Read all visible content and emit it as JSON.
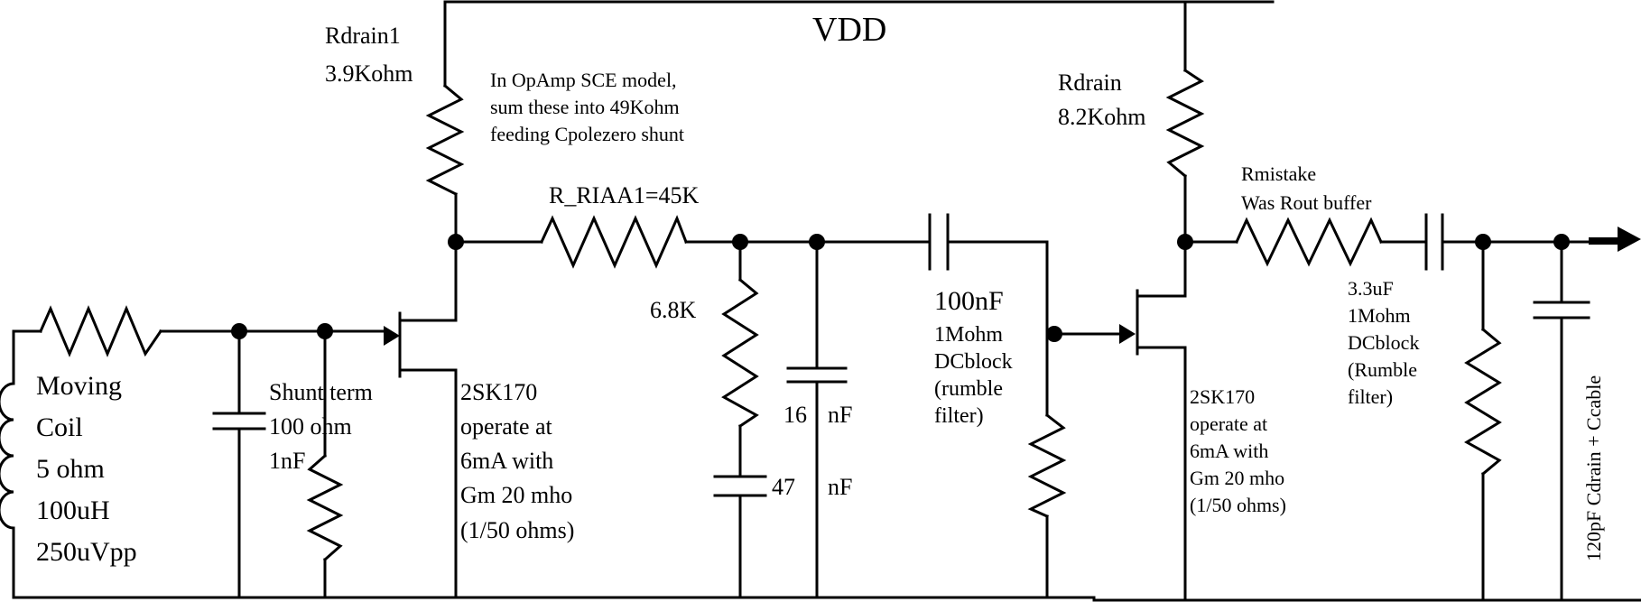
{
  "labels": {
    "vdd": "VDD",
    "rdrain1_name": "Rdrain1",
    "rdrain1_value": "3.9Kohm",
    "note_line1": "In OpAmp SCE model,",
    "note_line2": "sum these into 49Kohm",
    "note_line3": "feeding Cpolezero shunt",
    "rdrain_name": "Rdrain",
    "rdrain_value": "8.2Kohm",
    "r_riaa1": "R_RIAA1=45K",
    "rmistake_line1": "Rmistake",
    "rmistake_line2": "Was Rout buffer",
    "moving_coil": [
      "Moving",
      "Coil",
      "5 ohm",
      "100uH",
      "250uVpp"
    ],
    "shunt_term": [
      "Shunt term",
      "100 ohm",
      "1nF"
    ],
    "jfet1": [
      "2SK170",
      "operate at",
      "6mA with",
      "Gm 20 mho",
      "(1/50 ohms)"
    ],
    "r_6k8": "6.8K",
    "c_16": "16",
    "c_16_unit": "nF",
    "c_47": "47",
    "c_47_unit": "nF",
    "coupling1": [
      "100nF",
      "1Mohm",
      "DCblock",
      "(rumble",
      "filter)"
    ],
    "jfet2": [
      "2SK170",
      "operate at",
      "6mA with",
      "Gm 20 mho",
      "(1/50 ohms)"
    ],
    "coupling2": [
      "3.3uF",
      "1Mohm",
      "DCblock",
      "(Rumble",
      "filter)"
    ],
    "cload": "120pF Cdrain + Ccable"
  }
}
